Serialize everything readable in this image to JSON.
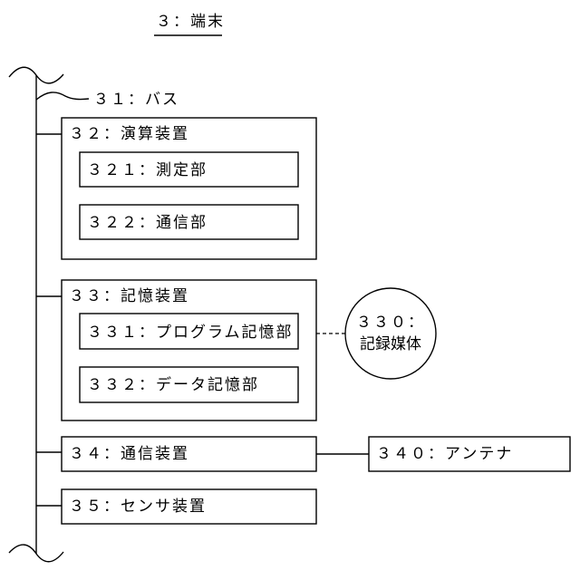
{
  "title": "３：端末",
  "bus": {
    "label": "３１：バス"
  },
  "compute_unit": {
    "label": "３２：演算装置",
    "measurement": "３２１：測定部",
    "communication": "３２２：通信部"
  },
  "storage_unit": {
    "label": "３３：記憶装置",
    "program_storage": "３３１：プログラム記憶部",
    "data_storage": "３３２：データ記憶部"
  },
  "recording_medium": {
    "line1": "３３０：",
    "line2": "記録媒体"
  },
  "comm_device": {
    "label": "３４：通信装置"
  },
  "antenna": {
    "label": "３４０：アンテナ"
  },
  "sensor_device": {
    "label": "３５：センサ装置"
  }
}
